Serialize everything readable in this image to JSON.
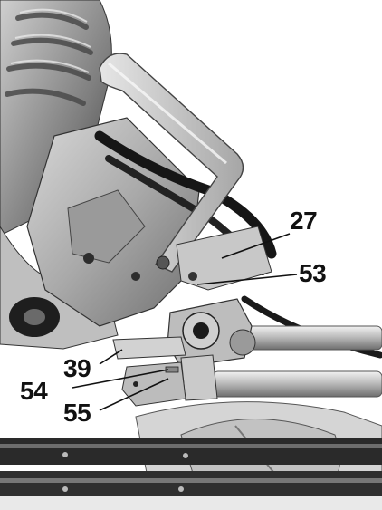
{
  "figure": {
    "callouts": {
      "c27": "27",
      "c53": "53",
      "c39": "39",
      "c54": "54",
      "c55": "55"
    }
  }
}
